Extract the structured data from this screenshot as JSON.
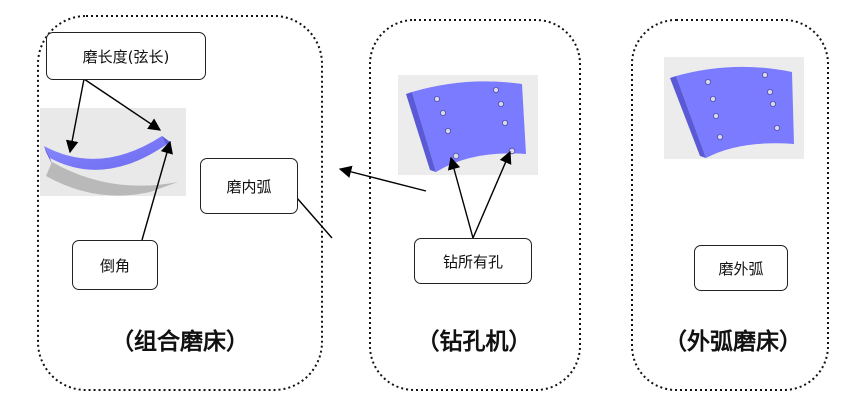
{
  "panels": {
    "combined_grinder": {
      "caption": "（组合磨床）",
      "callouts": {
        "chord_length": "磨长度(弦长)",
        "inner_arc": "磨内弧",
        "chamfer": "倒角"
      }
    },
    "drilling_machine": {
      "caption": "（钻孔机）",
      "callouts": {
        "drill_all_holes": "钻所有孔"
      }
    },
    "outer_arc_grinder": {
      "caption": "（外弧磨床）",
      "callouts": {
        "outer_arc": "磨外弧"
      }
    }
  },
  "colors": {
    "part_face": "#7b7bff",
    "part_edge": "#5a5ad6",
    "photo_background": "#ececec",
    "hole": "#d9d9e6"
  }
}
